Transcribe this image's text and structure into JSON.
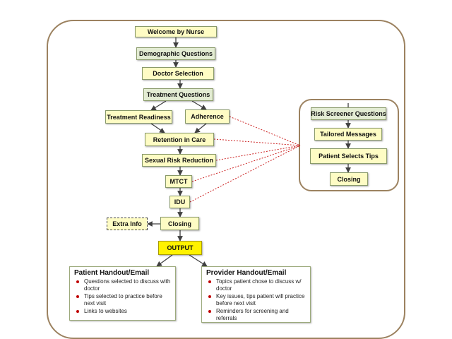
{
  "diagram": {
    "main_flow": {
      "welcome": "Welcome by Nurse",
      "demographic": "Demographic Questions",
      "doctor_selection": "Doctor Selection",
      "treatment_questions": "Treatment Questions",
      "treatment_readiness": "Treatment Readiness",
      "adherence": "Adherence",
      "retention": "Retention in Care",
      "sexual_risk": "Sexual Risk Reduction",
      "mtct": "MTCT",
      "idu": "IDU",
      "closing": "Closing",
      "extra_info": "Extra Info",
      "output": "OUTPUT"
    },
    "risk_module": {
      "risk_screener": "Risk Screener Questions",
      "tailored_messages": "Tailored Messages",
      "patient_selects_tips": "Patient Selects Tips",
      "closing": "Closing"
    },
    "patient_handout": {
      "title": "Patient Handout/Email",
      "items": [
        "Questions selected to discuss with doctor",
        "Tips selected to practice before next visit",
        "Links to websites"
      ]
    },
    "provider_handout": {
      "title": "Provider Handout/Email",
      "items": [
        "Topics patient chose to discuss w/ doctor",
        "Key issues, tips patient will practice before next visit",
        "Reminders for screening and referrals"
      ]
    },
    "colors": {
      "frame": "#9c8260",
      "node_fill": "#fefcc4",
      "header_fill": "#e3ecd3",
      "output_fill": "#fff200",
      "arrow": "#404040",
      "dashed_link": "#cc2222",
      "bullet": "#c00000"
    }
  }
}
